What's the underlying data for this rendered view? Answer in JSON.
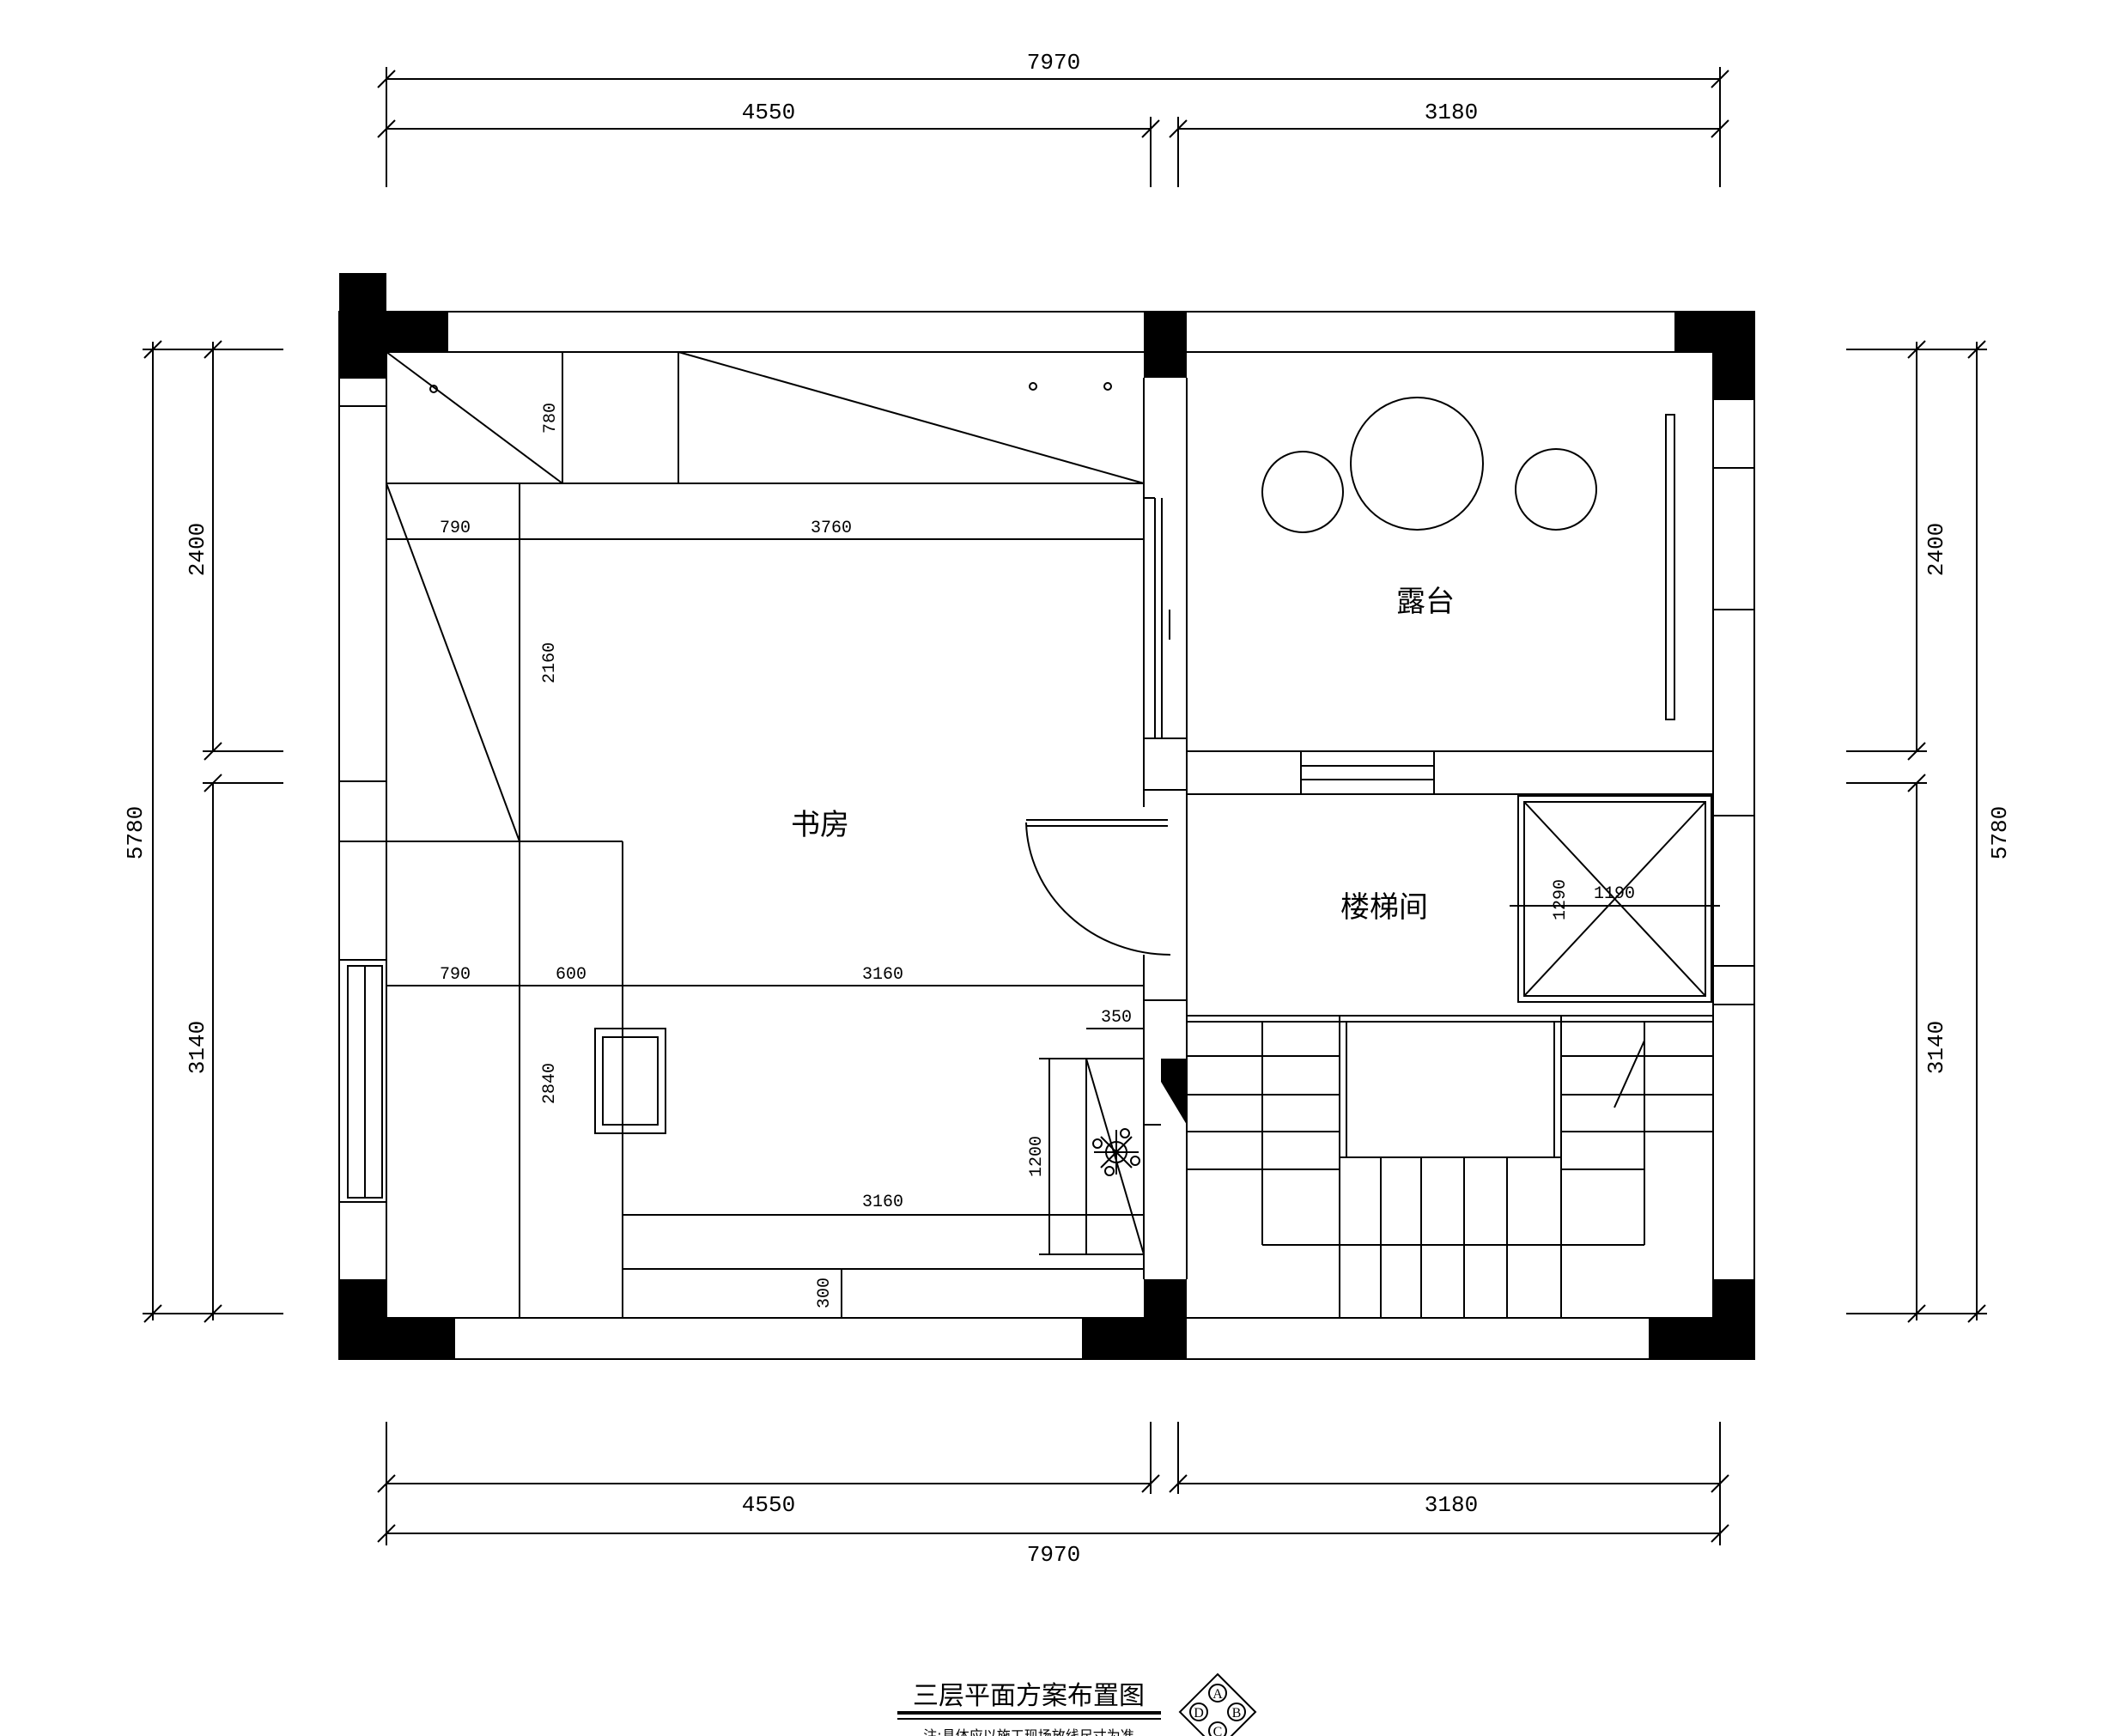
{
  "dimensions": {
    "top_total": "7970",
    "top_left": "4550",
    "top_right": "3180",
    "bottom_left": "4550",
    "bottom_right": "3180",
    "bottom_total": "7970",
    "left_total": "5780",
    "left_upper": "2400",
    "left_lower": "3140",
    "right_total": "5780",
    "right_upper": "2400",
    "right_lower": "3140"
  },
  "interior_dims": {
    "d780": "780",
    "d790a": "790",
    "d3760": "3760",
    "d2160": "2160",
    "d790b": "790",
    "d600": "600",
    "d3160a": "3160",
    "d350": "350",
    "d2840": "2840",
    "d1200": "1200",
    "d3160b": "3160",
    "d300": "300",
    "d1290": "1290",
    "d1190": "1190"
  },
  "rooms": {
    "study": "书房",
    "terrace": "露台",
    "stairwell": "楼梯间"
  },
  "title": {
    "main": "三层平面方案布置图",
    "note": "注:具体应以施工现场放线尺寸为准",
    "compass": [
      "A",
      "B",
      "C",
      "D"
    ]
  }
}
